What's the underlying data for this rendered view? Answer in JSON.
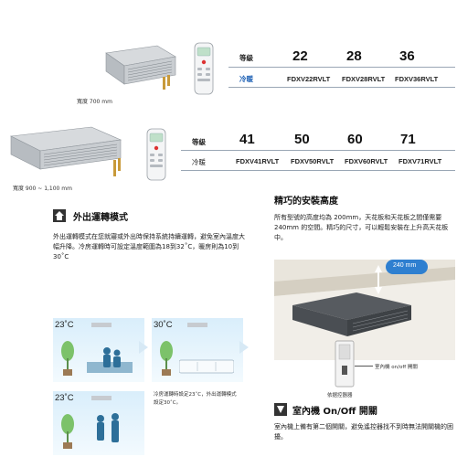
{
  "table1": {
    "grade_label": "等級",
    "mode_label": "冷暖",
    "capacities": [
      "22",
      "28",
      "36"
    ],
    "models": [
      "FDXV22RVLT",
      "FDXV28RVLT",
      "FDXV36RVLT"
    ],
    "width_label": "寬度 700 mm"
  },
  "table2": {
    "grade_label": "等級",
    "mode_label": "冷暖",
    "capacities": [
      "41",
      "50",
      "60",
      "71"
    ],
    "models": [
      "FDXV41RVLT",
      "FDXV50RVLT",
      "FDXV60RVLT",
      "FDXV71RVLT"
    ],
    "width_label": "寬度 900 ~ 1,100 mm"
  },
  "away": {
    "title": "外出運轉模式",
    "body": "外出運轉模式在您就寢或外出時保持系統持續運轉，避免室內溫度大幅升降。冷房運轉時可設定溫度範圍為18到32˚C，暖房則為10到30˚C",
    "temp_a": "23˚C",
    "temp_b": "30˚C",
    "temp_c": "23˚C",
    "caption": "冷房運轉時設定23˚C，外出運轉模式設定30˚C。"
  },
  "height": {
    "title": "精巧的安裝高度",
    "body": "所有型號的高度均為 200mm，天花板和天花板之間僅需要 240mm 的空間。精巧的尺寸，可以輕鬆安裝在上升高天花板中。",
    "badge": "240 mm",
    "switch_label": "室內機 on/off 開關",
    "remote_label": "依据控器器"
  },
  "onoff": {
    "title": "室內機 On/Off 開關",
    "body": "室內機上備有第二個開關，避免遙控器找不到時無法開關機的困擾。"
  }
}
